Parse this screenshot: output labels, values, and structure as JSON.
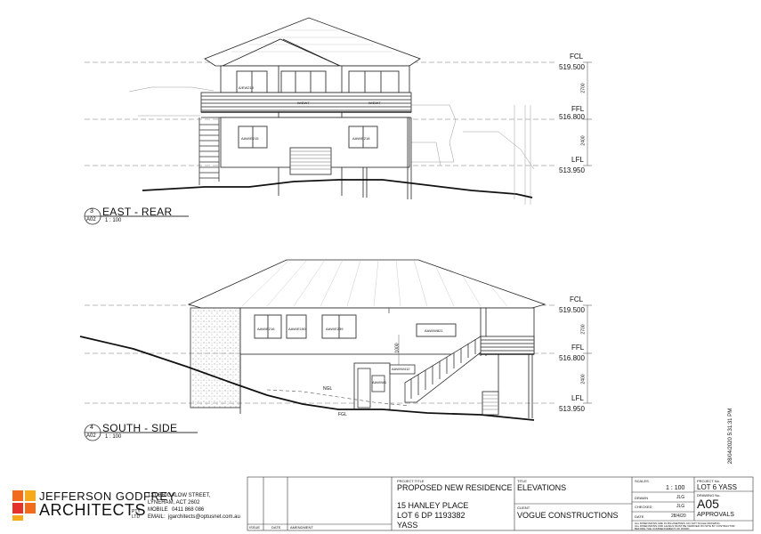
{
  "drawings": {
    "east": {
      "number": "3",
      "sheet_ref": "A02",
      "title": "EAST - REAR",
      "scale": "1 : 100",
      "levels": [
        {
          "tag": "FCL",
          "value": "519.500"
        },
        {
          "tag": "FFL",
          "value": "516.800"
        },
        {
          "tag": "LFL",
          "value": "513.950"
        }
      ],
      "dims": [
        "2700",
        "2400"
      ],
      "window_tags": [
        "A/EW219",
        "W/EW7",
        "W/EW7",
        "AAW/E215",
        "AAW/E218"
      ]
    },
    "south": {
      "number": "4",
      "sheet_ref": "A02",
      "title": "SOUTH - SIDE",
      "scale": "1 : 100",
      "levels": [
        {
          "tag": "FCL",
          "value": "519.500"
        },
        {
          "tag": "FFL",
          "value": "516.800"
        },
        {
          "tag": "LFL",
          "value": "513.950"
        }
      ],
      "dims": [
        "2700",
        "2400",
        "1000"
      ],
      "window_tags": [
        "AAW/E216",
        "AAW/E150",
        "AAW/E239",
        "AAW/W821",
        "AAW/W412",
        "AAW/W1"
      ],
      "ground_labels": [
        "NGL",
        "FGL"
      ]
    }
  },
  "timestamp": "28/04/2020 5:31:31 PM",
  "firm": {
    "name_line1": "JEFFERSON GODFREY",
    "name_line2": "ARCHITECTS",
    "suffix": "PTY LTD",
    "address1": "131 BRIGALOW STREET,",
    "address2": "LYNEHAM, ACT 2602",
    "mobile_label": "MOBILE",
    "mobile": "0411 868 086",
    "email_label": "EMAIL:",
    "email": "jgarchitects@optusnet.com.au",
    "logo_colors": [
      "#f26a1b",
      "#f7a81b",
      "#e4322b"
    ]
  },
  "revisions": {
    "headers": [
      "ISSUE",
      "DATE",
      "AMENDMENT"
    ]
  },
  "title_block": {
    "project_title_label": "PROJECT TITLE",
    "project_title": "PROPOSED NEW RESIDENCE",
    "address1": "15 HANLEY PLACE",
    "address2": "LOT 6 DP 1193382",
    "address3": "YASS",
    "title_label": "TITLE",
    "title": "ELEVATIONS",
    "client_label": "CLIENT",
    "client": "VOGUE CONSTRUCTIONS",
    "scales_label": "SCALES",
    "scale": "1 : 100",
    "drawn_label": "DRAWN",
    "drawn": "JLG",
    "checked_label": "CHECKED",
    "checked": "JLG",
    "date_label": "DATE",
    "date": "28/4/20",
    "project_no_label": "PROJECT No.",
    "project_no": "LOT 6 YASS",
    "drawing_no_label": "DRAWING No.",
    "drawing_no": "A05",
    "status": "APPROVALS",
    "notes": [
      "ALL DIMENSIONS ARE IN MILLIMETRES. DO NOT SCALE DRAWING.",
      "ALL DIMENSIONS AND LEVELS MUST BE VERIFIED ON SITE BY CONTRACTOR",
      "BEFORE THE COMMENCEMENT OF WORK."
    ]
  }
}
